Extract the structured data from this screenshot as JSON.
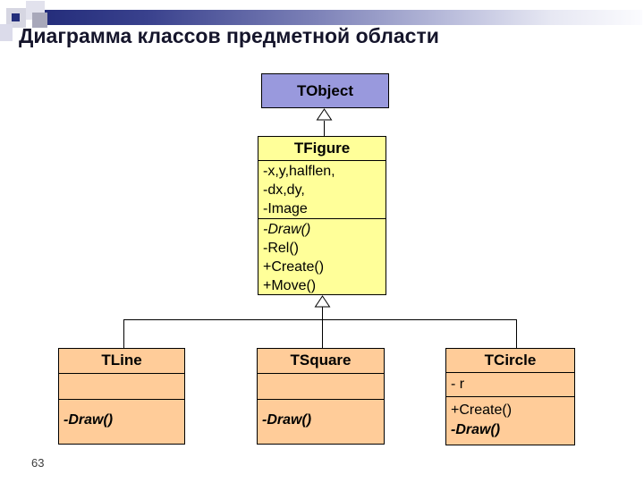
{
  "slide": {
    "title": "Диаграмма классов предметной области",
    "page_number": "63"
  },
  "diagram": {
    "tobject": {
      "name": "TObject",
      "attributes": [],
      "methods": []
    },
    "tfigure": {
      "name": "TFigure",
      "attributes": [
        "-x,y,halflen,",
        "-dx,dy,",
        "-Image"
      ],
      "methods": [
        "-Draw()",
        "-Rel()",
        "+Create()",
        "+Move()"
      ]
    },
    "tline": {
      "name": "TLine",
      "attributes": [],
      "methods": [
        "-Draw()"
      ]
    },
    "tsquare": {
      "name": "TSquare",
      "attributes": [],
      "methods": [
        "-Draw()"
      ]
    },
    "tcircle": {
      "name": "TCircle",
      "attributes": [
        "- r"
      ],
      "methods": [
        "+Create()",
        "-Draw()"
      ]
    },
    "relationships": [
      {
        "type": "generalization",
        "parent": "TObject",
        "child": "TFigure"
      },
      {
        "type": "generalization",
        "parent": "TFigure",
        "child": "TLine"
      },
      {
        "type": "generalization",
        "parent": "TFigure",
        "child": "TSquare"
      },
      {
        "type": "generalization",
        "parent": "TFigure",
        "child": "TCircle"
      }
    ]
  },
  "colors": {
    "tobject_fill": "#9999DD",
    "tfigure_fill": "#FFFF99",
    "subclass_fill": "#FFCC99",
    "box_border": "#000000",
    "bar_dark": "#232C7A",
    "bar_light": "#FAFAFD",
    "title_text": "#15152B"
  }
}
